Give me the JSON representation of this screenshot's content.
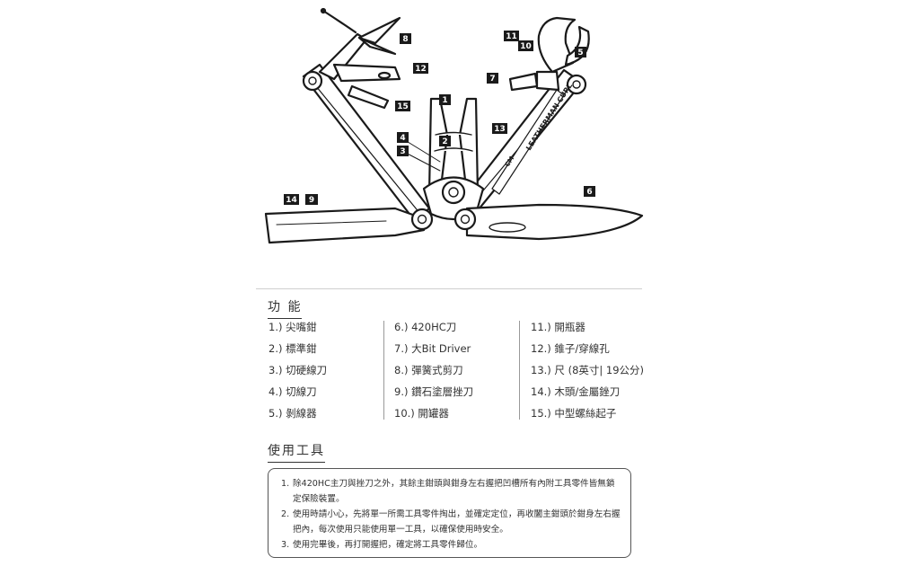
{
  "diagram": {
    "callouts": [
      "1",
      "2",
      "3",
      "4",
      "5",
      "6",
      "7",
      "8",
      "9",
      "10",
      "11",
      "12",
      "13",
      "14",
      "15"
    ],
    "ruler_text": "LEATHERMAN CURL",
    "ruler_unit": "CM"
  },
  "functions": {
    "title": "功 能",
    "columns": [
      [
        "1.) 尖嘴鉗",
        "2.) 標準鉗",
        "3.) 切硬線刀",
        "4.) 切線刀",
        "5.) 剝線器"
      ],
      [
        "6.) 420HC刀",
        "7.) 大Bit Driver",
        "8.) 彈簧式剪刀",
        "9.) 鑽石塗層挫刀",
        "10.) 開罐器"
      ],
      [
        "11.) 開瓶器",
        "12.) 錐子/穿線孔",
        "13.) 尺 (8英寸| 19公分)",
        "14.) 木頭/金屬銼刀",
        "15.) 中型螺絲起子"
      ]
    ]
  },
  "usage": {
    "title": "使用工具",
    "notes": [
      {
        "num": "1.",
        "text": "除420HC主刀與挫刀之外，其餘主鉗頭與鉗身左右握把凹槽所有內附工具零件皆無鎖定保險裝置。"
      },
      {
        "num": "2.",
        "text": "使用時請小心，先將單一所需工具零件掏出，並確定定位，再收闔主鉗頭於鉗身左右握把內，每次使用只能使用單一工具，以確保使用時安全。"
      },
      {
        "num": "3.",
        "text": "使用完畢後，再打開握把，確定將工具零件歸位。"
      }
    ]
  }
}
